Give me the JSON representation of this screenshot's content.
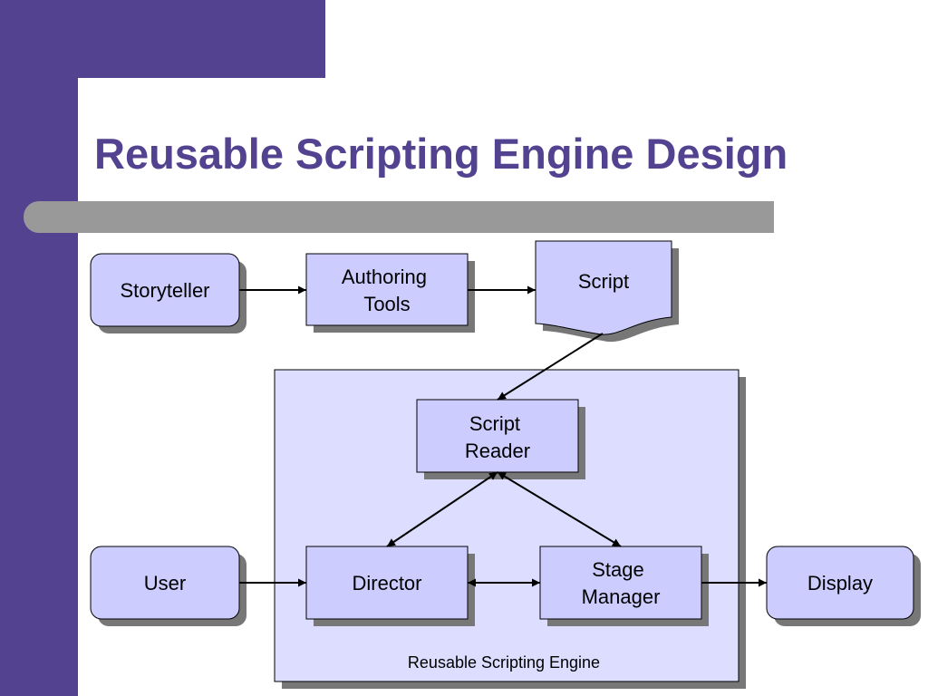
{
  "slide": {
    "title": "Reusable Scripting Engine Design"
  },
  "colors": {
    "theme_purple": "#52428f",
    "bar_gray": "#999999",
    "node_fill": "#ccccff",
    "engine_fill": "#ddddff",
    "shadow": "#777777"
  },
  "diagram": {
    "nodes": {
      "storyteller": "Storyteller",
      "authoring_tools": [
        "Authoring",
        "Tools"
      ],
      "script": "Script",
      "script_reader": [
        "Script",
        "Reader"
      ],
      "user": "User",
      "director": "Director",
      "stage_manager": [
        "Stage",
        "Manager"
      ],
      "display": "Display"
    },
    "engine_label": "Reusable Scripting Engine"
  }
}
